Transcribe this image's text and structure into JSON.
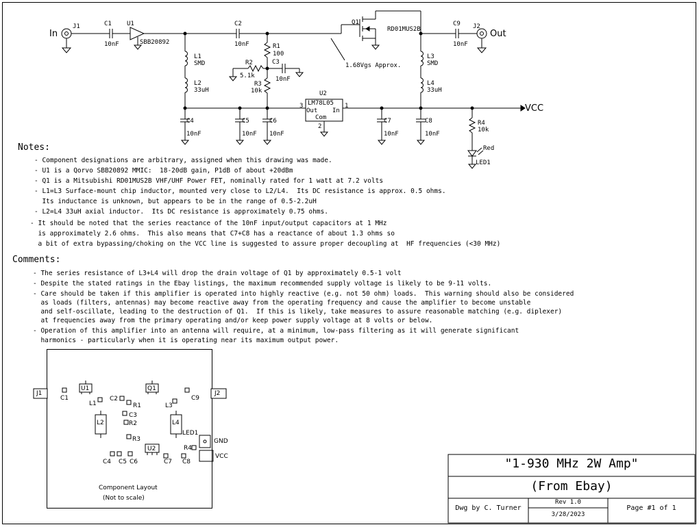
{
  "schematic": {
    "labels": {
      "in": "In",
      "out": "Out",
      "j1": "J1",
      "j2": "J2",
      "c1": "C1",
      "c1v": "10nF",
      "u1": "U1",
      "u1p": "SBB20892",
      "c2": "C2",
      "c2v": "10nF",
      "q1": "Q1",
      "q1p": "RD01MUS2B",
      "c9": "C9",
      "c9v": "10nF",
      "l1": "L1",
      "l1v": "SMD",
      "l2": "L2",
      "l2v": "33uH",
      "r1": "R1",
      "r1v": "100",
      "r2": "R2",
      "r2v": "5.1k",
      "c3": "C3",
      "c3v": "10nF",
      "r3": "R3",
      "r3v": "10k",
      "vgs": "1.68Vgs Approx.",
      "u2": "U2",
      "u2p": "LM78L05",
      "u2out": "Out",
      "u2in": "In",
      "u2com": "Com",
      "pin3": "3",
      "pin1": "1",
      "pin2": "2",
      "l3": "L3",
      "l3v": "SMD",
      "l4": "L4",
      "l4v": "33uH",
      "vcc": "VCC",
      "r4": "R4",
      "r4v": "10k",
      "red": "Red",
      "led1": "LED1",
      "c4": "C4",
      "c4v": "10nF",
      "c5": "C5",
      "c5v": "10nF",
      "c6": "C6",
      "c6v": "10nF",
      "c7": "C7",
      "c7v": "10nF",
      "c8": "C8",
      "c8v": "10nF"
    }
  },
  "notes": {
    "heading": "Notes:",
    "lines": [
      "- Component designations are arbitrary, assigned when this drawing was made.",
      "- U1 is a Qorvo SBB20892 MMIC:  18-20dB gain, P1dB of about +20dBm",
      "- Q1 is a Mitsubishi RD01MUS2B VHF/UHF Power FET, nominally rated for 1 watt at 7.2 volts",
      "- L1=L3 Surface-mount chip inductor, mounted very close to L2/L4.  Its DC resistance is approx. 0.5 ohms.",
      "  Its inductance is unknown, but appears to be in the range of 0.5-2.2uH",
      "- L2=L4 33uH axial inductor.  Its DC resistance is approximately 0.75 ohms.",
      "- It should be noted that the series reactance of the 10nF input/output capacitors at 1 MHz",
      "  is approximately 2.6 ohms.  This also means that C7+C8 has a reactance of about 1.3 ohms so",
      "  a bit of extra bypassing/choking on the VCC line is suggested to assure proper decoupling at  HF frequencies (<30 MHz)"
    ]
  },
  "comments": {
    "heading": "Comments:",
    "lines": [
      "- The series resistance of L3+L4 will drop the drain voltage of Q1 by approximately 0.5-1 volt",
      "- Despite the stated ratings in the Ebay listings, the maximum recommended supply voltage is likely to be 9-11 volts.",
      "- Care should be taken if this amplifier is operated into highly reactive (e.g. not 50 ohm) loads.  This warning should also be considered",
      "  as loads (filters, antennas) may become reactive away from the operating frequency and cause the amplifier to become unstable",
      "  and self-oscillate, leading to the destruction of Q1.  If this is likely, take measures to assure reasonable matching (e.g. diplexer)",
      "  at frequencies away from the primary operating and/or keep power supply voltage at 8 volts or below.",
      "- Operation of this amplifier into an antenna will require, at a minimum, low-pass filtering as it will generate significant",
      "  harmonics - particularly when it is operating near its maximum output power."
    ]
  },
  "layout": {
    "j1": "J1",
    "j2": "J2",
    "u1": "U1",
    "q1": "Q1",
    "u2": "U2",
    "c1": "C1",
    "c2": "C2",
    "c3": "C3",
    "c4": "C4",
    "c5": "C5",
    "c6": "C6",
    "c7": "C7",
    "c8": "C8",
    "c9": "C9",
    "l1": "L1",
    "l2": "L2",
    "l3": "L3",
    "l4": "L4",
    "r1": "R1",
    "r2": "R2",
    "r3": "R3",
    "r4": "R4",
    "led1": "LED1",
    "gnd": "GND",
    "vcc": "VCC",
    "caption1": "Component Layout",
    "caption2": "(Not to scale)"
  },
  "titleblock": {
    "title": "\"1-930 MHz 2W Amp\"",
    "subtitle": "(From Ebay)",
    "drawn_by": "Dwg by C. Turner",
    "rev": "Rev 1.0",
    "date": "3/28/2023",
    "page": "Page #1 of 1"
  }
}
